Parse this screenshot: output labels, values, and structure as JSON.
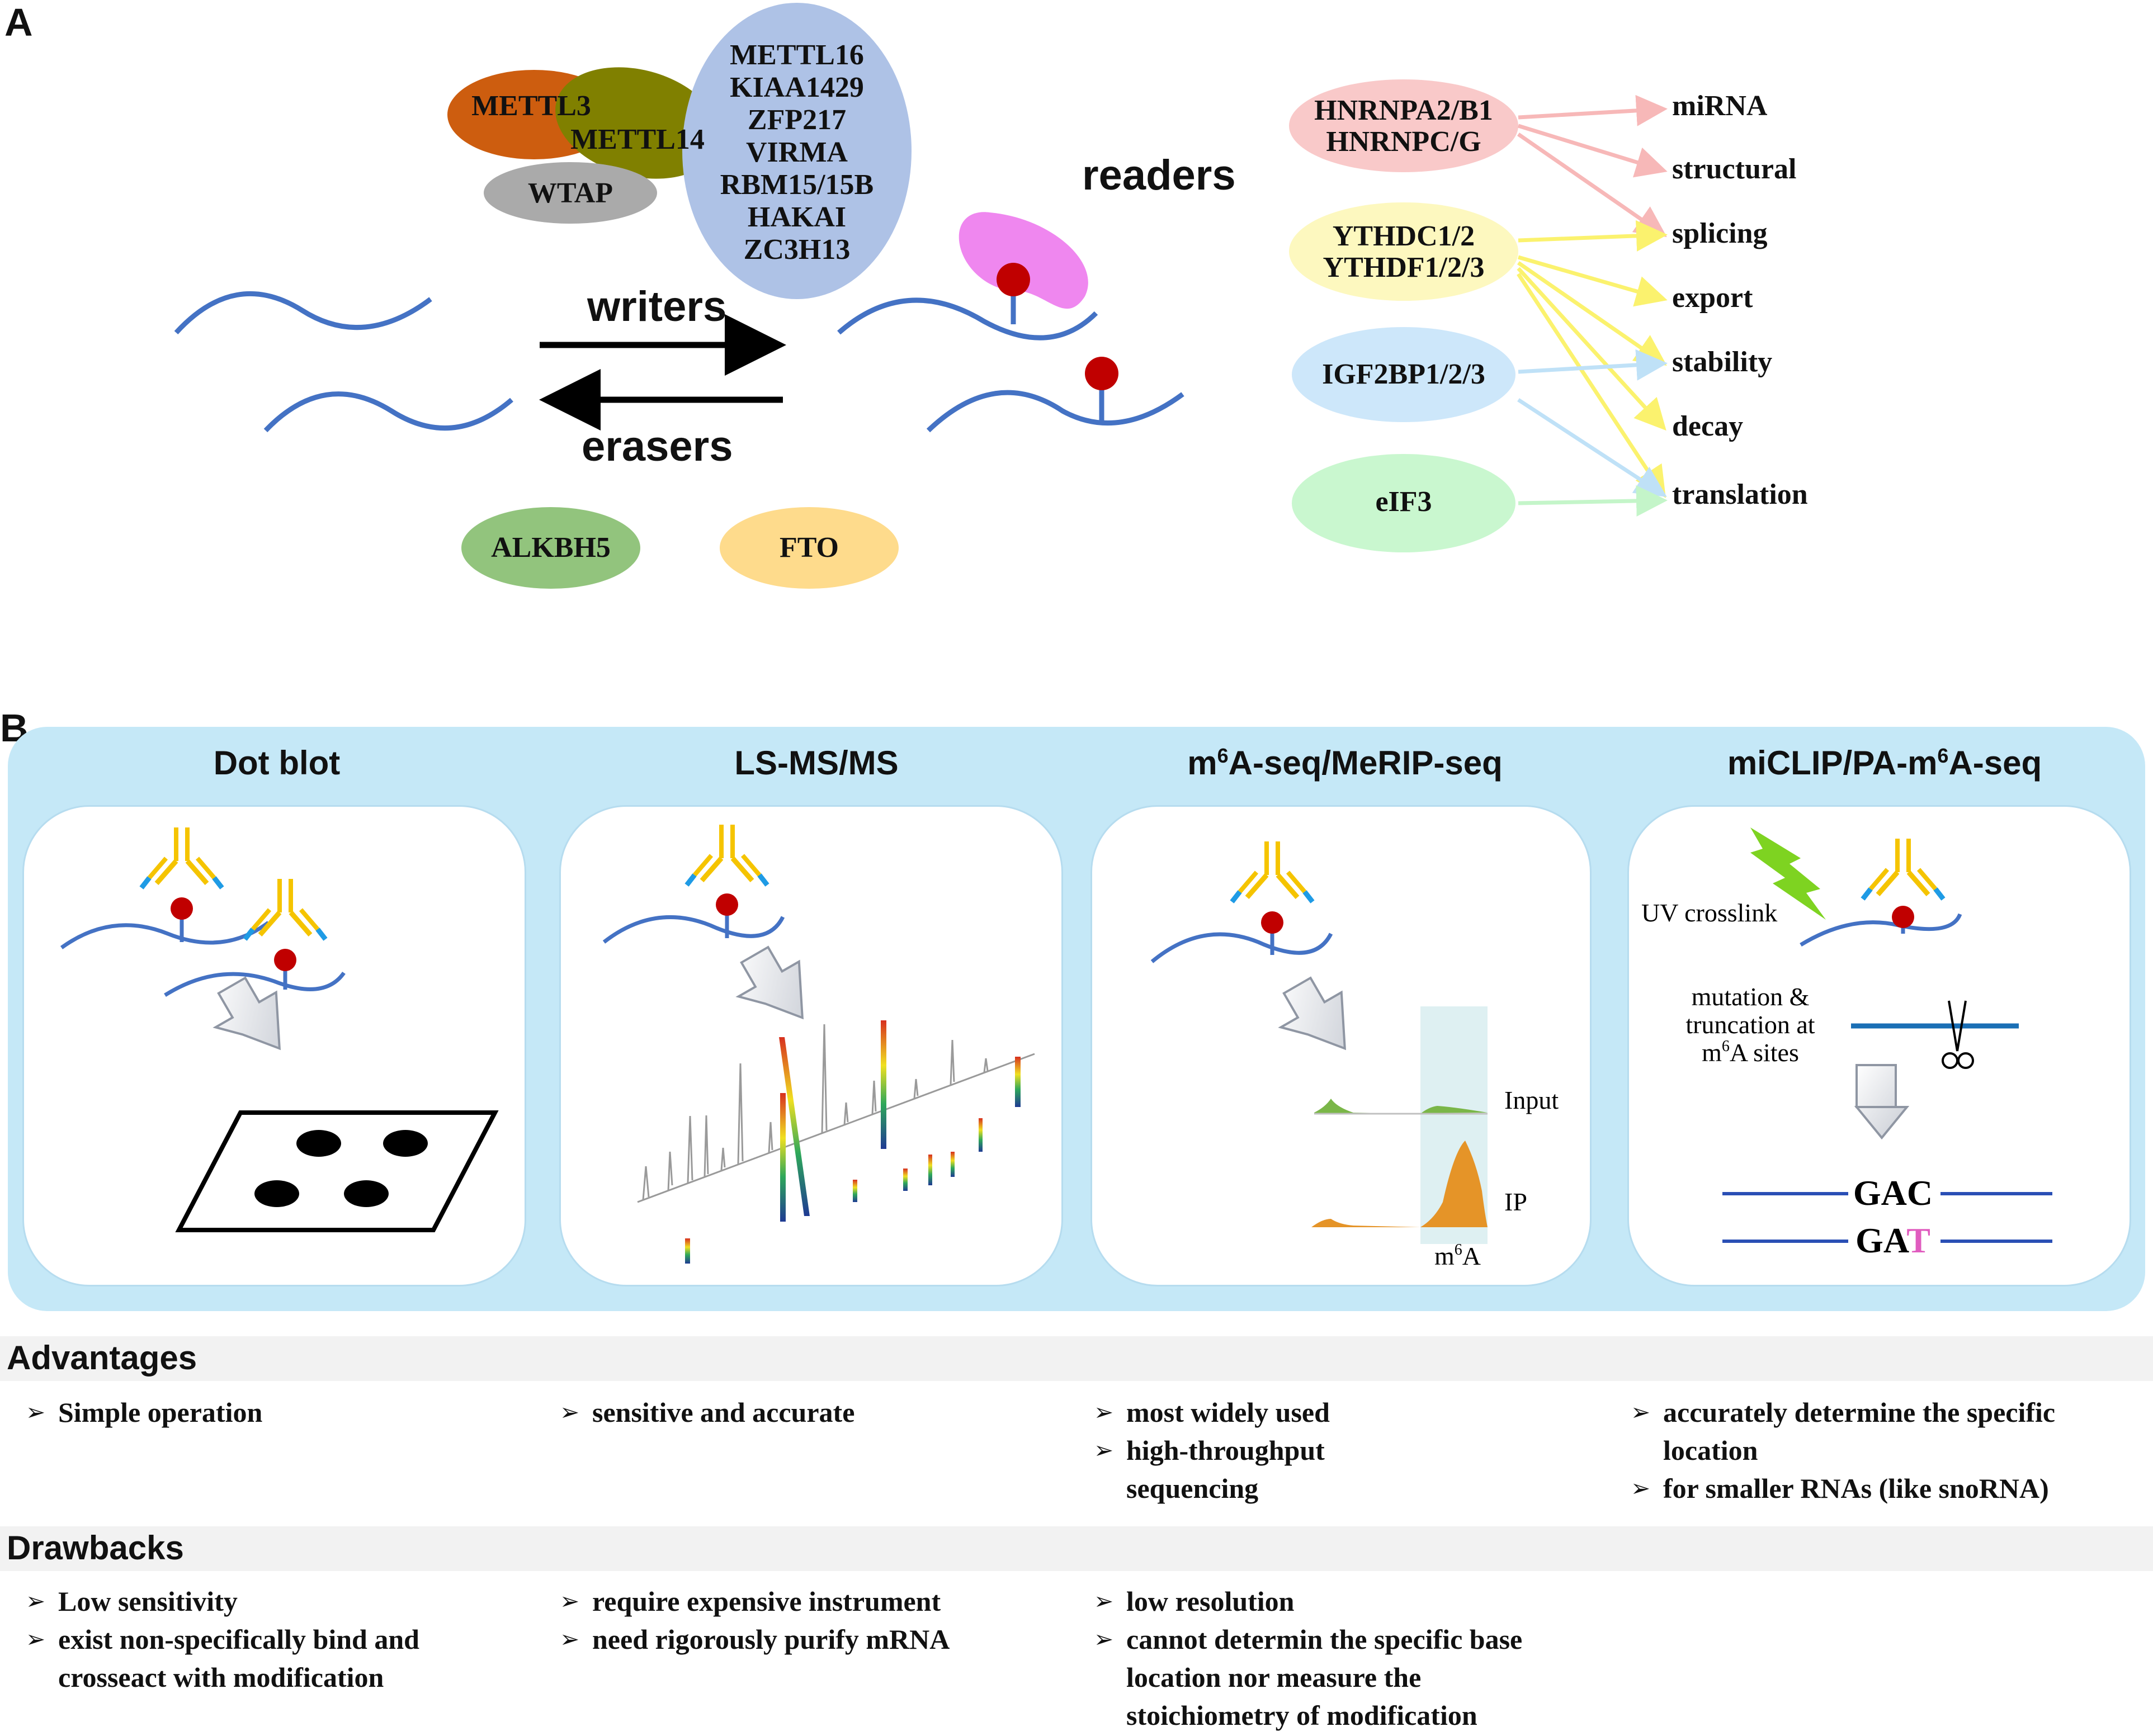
{
  "panel_a": {
    "letter": "A",
    "writer_complex": [
      "METTL3",
      "METTL14",
      "WTAP"
    ],
    "writer_partners": [
      "METTL16",
      "KIAA1429",
      "ZFP217",
      "VIRMA",
      "RBM15/15B",
      "HAKAI",
      "ZC3H13"
    ],
    "writers_label": "writers",
    "erasers_label": "erasers",
    "readers_label": "readers",
    "erasers": [
      "ALKBH5",
      "FTO"
    ],
    "reader_groups": [
      {
        "lines": [
          "HNRNPA2/B1",
          "HNRNPC/G"
        ],
        "color": "#f9c9c9"
      },
      {
        "lines": [
          "YTHDC1/2",
          "YTHDF1/2/3"
        ],
        "color": "#fdf8bf"
      },
      {
        "lines": [
          "IGF2BP1/2/3"
        ],
        "color": "#cde7fa"
      },
      {
        "lines": [
          "eIF3"
        ],
        "color": "#c9f7cf"
      }
    ],
    "outcomes": [
      "miRNA",
      "structural",
      "splicing",
      "export",
      "stability",
      "decay",
      "translation"
    ],
    "colors": {
      "mettl3": "#cd5d0f",
      "mettl14": "#808000",
      "wtap": "#aaaaaa",
      "partners": "#aec2e6",
      "alkbh5": "#92c47d",
      "fto": "#fedb8c",
      "rna": "#4472c4",
      "m6a_dot": "#c00000",
      "reader_pink": "#ef87ef"
    }
  },
  "panel_b": {
    "letter": "B",
    "methods": [
      {
        "title": "Dot blot"
      },
      {
        "title": "LS-MS/MS"
      },
      {
        "title_pre": "m",
        "title_sup": "6",
        "title_post": "A-seq/MeRIP-seq"
      },
      {
        "title_pre": "miCLIP/PA-m",
        "title_sup": "6",
        "title_post": "A-seq"
      }
    ],
    "merip_labels": {
      "input": "Input",
      "ip": "IP",
      "m6a_pre": "m",
      "m6a_sup": "6",
      "m6a_post": "A"
    },
    "miclip_labels": {
      "uv": "UV crosslink",
      "mutation_1": "mutation &",
      "mutation_2": "truncation at",
      "mutation_3_pre": "m",
      "mutation_3_sup": "6",
      "mutation_3_post": "A sites",
      "seq1": "GAC",
      "seq2_prefix": "GA",
      "seq2_mut": "T"
    },
    "colors": {
      "background": "#c5e8f7",
      "mutation": "#e05cbf",
      "ip": "#e59428",
      "input": "#7ab648"
    }
  },
  "advantages": {
    "title": "Advantages",
    "columns": [
      [
        "Simple operation"
      ],
      [
        "sensitive and accurate"
      ],
      [
        "most widely used",
        "high-throughput sequencing"
      ],
      [
        "accurately determine the specific location",
        "for smaller RNAs (like snoRNA)"
      ]
    ]
  },
  "drawbacks": {
    "title": "Drawbacks",
    "columns": [
      [
        "Low sensitivity",
        "exist non-specifically bind and crosseact with modification"
      ],
      [
        "require expensive instrument",
        "need rigorously purify mRNA"
      ],
      [
        "low resolution",
        "cannot determin the specific base location nor measure the stoichiometry of modification"
      ],
      []
    ]
  }
}
